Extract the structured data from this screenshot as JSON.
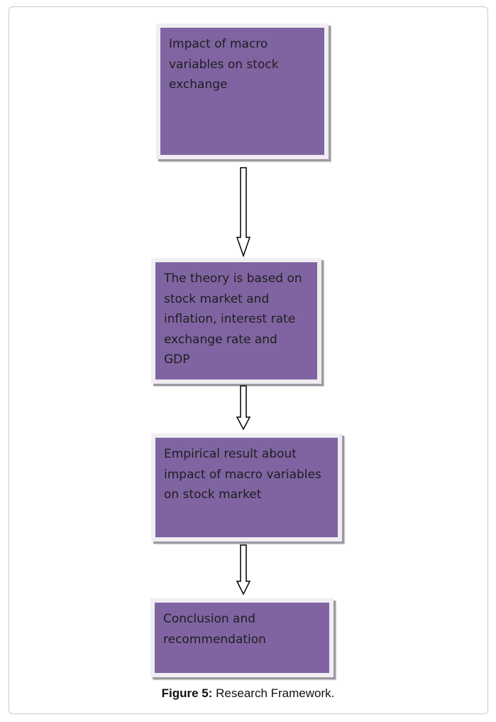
{
  "diagram": {
    "boxes": [
      {
        "text": "Impact of macro\nvariables on stock\nexchange"
      },
      {
        "text": "The theory is based on\nstock market and\ninflation, interest rate\nexchange rate and\nGDP"
      },
      {
        "text": "Empirical result about\nimpact of macro variables\non stock market"
      },
      {
        "text": "Conclusion and\nrecommendation"
      }
    ],
    "colors": {
      "box_fill": "#8064a2",
      "box_border": "#f0eef2",
      "arrow_stroke": "#000000"
    }
  },
  "caption": {
    "label": "Figure 5:",
    "text": " Research Framework."
  }
}
